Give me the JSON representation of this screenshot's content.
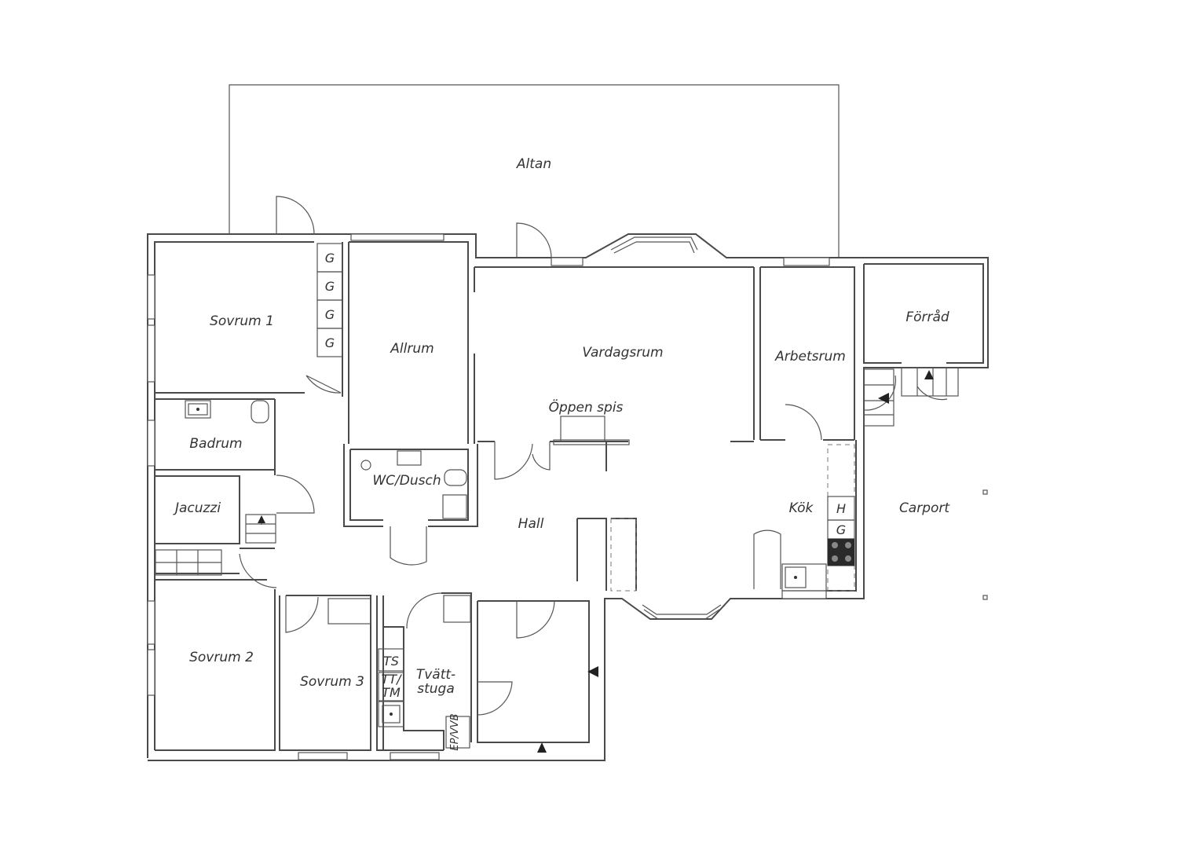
{
  "rooms": {
    "altan": "Altan",
    "sovrum1": "Sovrum 1",
    "allrum": "Allrum",
    "vardagsrum": "Vardagsrum",
    "arbetsrum": "Arbetsrum",
    "forrad": "Förråd",
    "oppen_spis": "Öppen spis",
    "badrum": "Badrum",
    "wc_dusch": "WC/Dusch",
    "jacuzzi": "Jacuzzi",
    "hall": "Hall",
    "kok": "Kök",
    "carport": "Carport",
    "sovrum2": "Sovrum 2",
    "sovrum3": "Sovrum 3",
    "tvattstuga_1": "Tvätt-",
    "tvattstuga_2": "stuga"
  },
  "fixtures": {
    "garderob": "G",
    "hall_h": "H",
    "kitchen_g": "G",
    "ts": "TS",
    "tt": "TT/",
    "tm": "TM",
    "ep_vvb": "EP/VVB"
  }
}
